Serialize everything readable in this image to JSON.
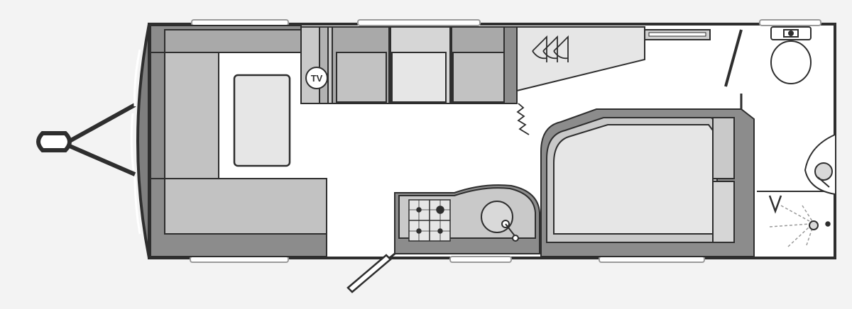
{
  "diagram": {
    "type": "caravan-floor-plan",
    "labels": {
      "tv": "TV"
    },
    "colors": {
      "background": "#f3f3f3",
      "floor": "#ffffff",
      "outline": "#2e2e2e",
      "dark_fill": "#8c8c8c",
      "mid_fill": "#bdbdbd",
      "light_fill": "#e6e6e6"
    },
    "fixtures": [
      {
        "name": "front-lounge-sofa",
        "icon": "sofa"
      },
      {
        "name": "dinette-table",
        "icon": "table"
      },
      {
        "name": "tv-point",
        "icon": "tv-icon"
      },
      {
        "name": "wardrobe",
        "icon": "hanger-icon"
      },
      {
        "name": "kitchen-hob",
        "icon": "hob-icon"
      },
      {
        "name": "kitchen-sink",
        "icon": "sink-icon"
      },
      {
        "name": "fixed-bed",
        "icon": "bed"
      },
      {
        "name": "toilet",
        "icon": "toilet-icon"
      },
      {
        "name": "washbasin",
        "icon": "basin-icon"
      },
      {
        "name": "shower",
        "icon": "shower-icon"
      },
      {
        "name": "entrance-door",
        "icon": "door-icon"
      },
      {
        "name": "a-frame-hitch",
        "icon": "hitch-icon"
      }
    ]
  }
}
